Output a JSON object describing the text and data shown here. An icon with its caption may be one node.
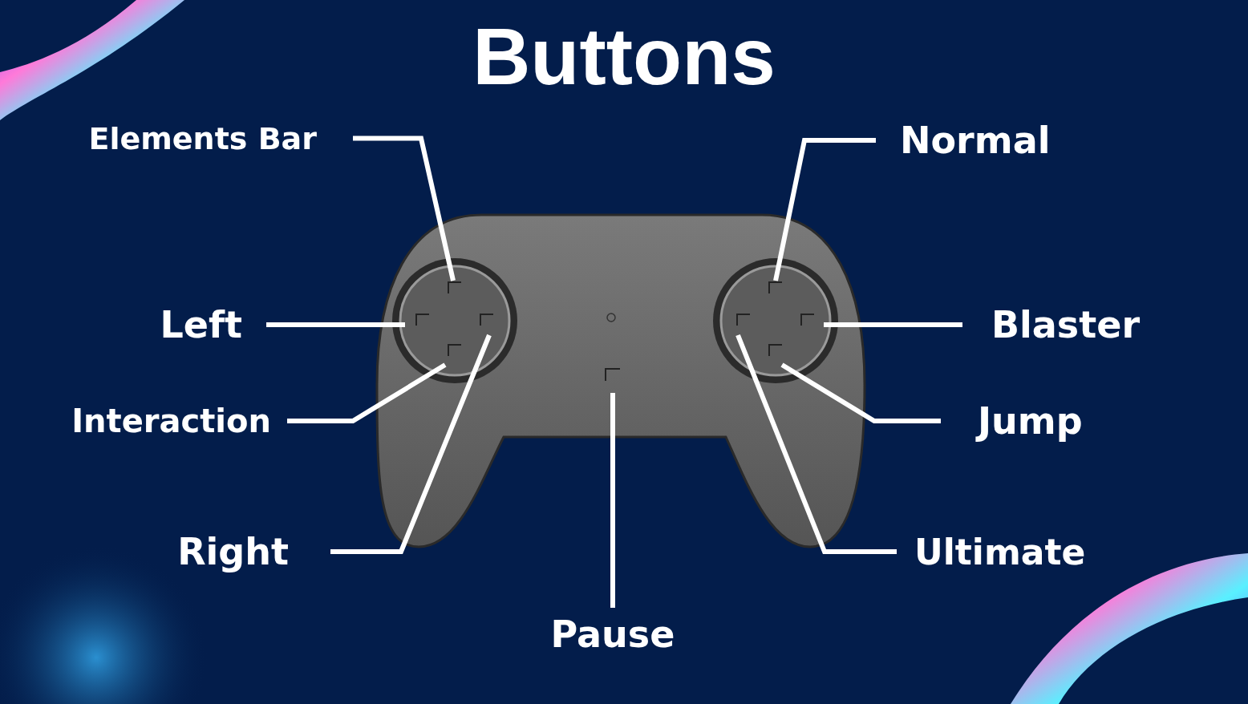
{
  "diagram": {
    "title": "Buttons",
    "nodes": [
      {
        "text": [
          "Elements Bar"
        ]
      },
      {
        "text": [
          "Normal"
        ]
      },
      {
        "text": [
          "Left"
        ]
      },
      {
        "text": [
          "Blaster"
        ]
      },
      {
        "text": [
          "Interaction"
        ]
      },
      {
        "text": [
          "Jump"
        ]
      },
      {
        "text": [
          "Right"
        ]
      },
      {
        "text": [
          "Ultimate"
        ]
      },
      {
        "text": [
          "Pause"
        ]
      }
    ],
    "edges": [
      {
        "from": 0,
        "to": null,
        "arrow": "none"
      },
      {
        "from": 1,
        "to": null,
        "arrow": "none"
      },
      {
        "from": 2,
        "to": null,
        "arrow": "none"
      },
      {
        "from": 3,
        "to": null,
        "arrow": "none"
      },
      {
        "from": 4,
        "to": null,
        "arrow": "none"
      },
      {
        "from": 5,
        "to": null,
        "arrow": "none"
      },
      {
        "from": 6,
        "to": null,
        "arrow": "none"
      },
      {
        "from": 7,
        "to": null,
        "arrow": "none"
      },
      {
        "from": 8,
        "to": null,
        "arrow": "none"
      }
    ]
  }
}
